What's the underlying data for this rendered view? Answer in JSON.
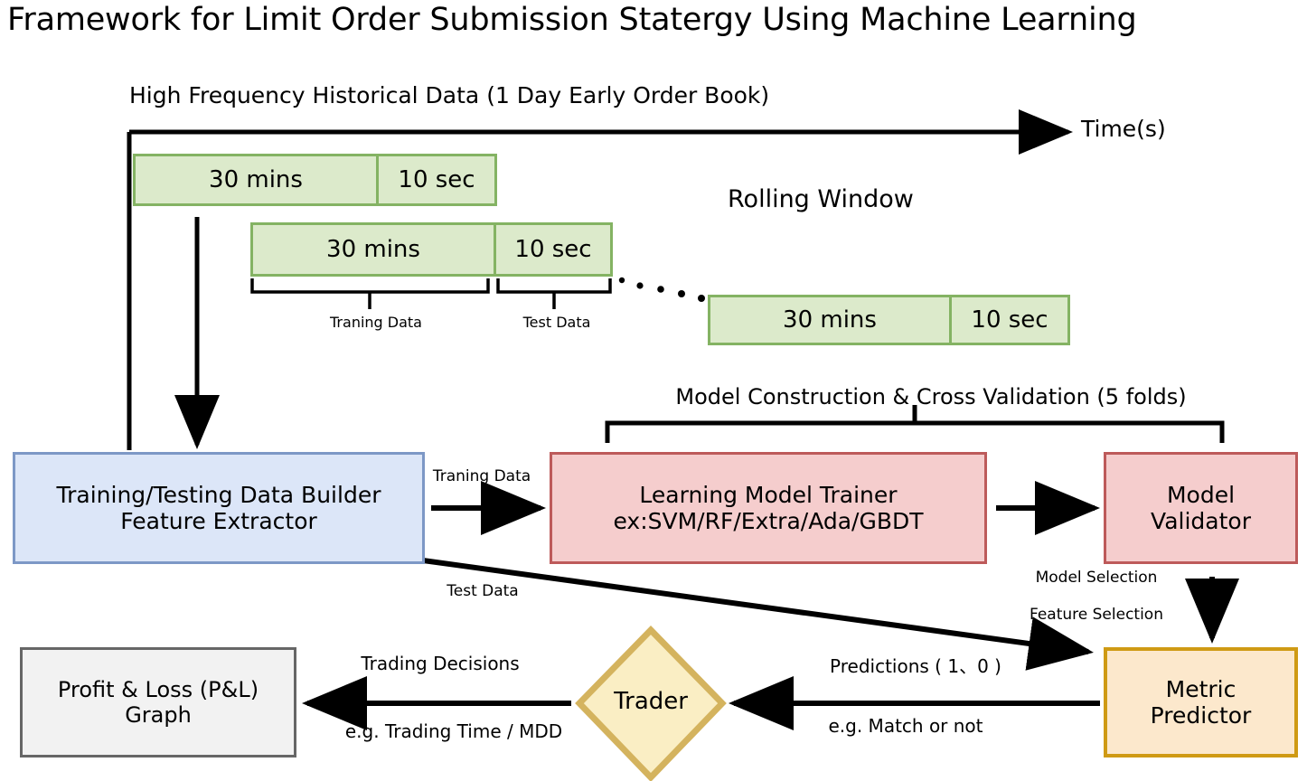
{
  "title": "Framework for Limit Order Submission Statergy Using Machine Learning",
  "timeline": {
    "data_source_label": "High Frequency Historical Data (1 Day Early Order Book)",
    "axis_label": "Time(s)",
    "rolling_window_label": "Rolling Window",
    "ellipsis": "• • • •",
    "windows": [
      {
        "train": "30 mins",
        "test": "10 sec"
      },
      {
        "train": "30 mins",
        "test": "10 sec"
      },
      {
        "train": "30 mins",
        "test": "10 sec"
      }
    ],
    "brace_labels": {
      "training": "Traning Data",
      "test": "Test Data"
    }
  },
  "nodes": {
    "builder": {
      "line1": "Training/Testing Data Builder",
      "line2": "Feature Extractor"
    },
    "trainer": {
      "line1": "Learning Model Trainer",
      "line2": "ex:SVM/RF/Extra/Ada/GBDT"
    },
    "validator": {
      "line1": "Model",
      "line2": "Validator"
    },
    "metric": {
      "line1": "Metric",
      "line2": "Predictor"
    },
    "trader": {
      "label": "Trader"
    },
    "pnl": {
      "line1": "Profit & Loss (P&L)",
      "line2": "Graph"
    }
  },
  "edges": {
    "model_construction": "Model Construction & Cross Validation (5 folds)",
    "training_data": "Traning Data",
    "test_data": "Test Data",
    "model_selection": "Model Selection",
    "feature_selection": "Feature Selection",
    "predictions": "Predictions ( 1、0 )",
    "match_or_not": "e.g. Match or not",
    "trading_decisions": "Trading Decisions",
    "trading_time_mdd": "e.g. Trading Time / MDD"
  },
  "colors": {
    "green_fill": "#dceacb",
    "green_border": "#84b363",
    "blue_fill": "#dce6f8",
    "blue_border": "#7d98c6",
    "pink_fill": "#f5cdcd",
    "pink_border": "#bd5a5a",
    "orange_fill": "#fce8cc",
    "orange_border": "#cf9a14",
    "diamond_fill": "#faeec4",
    "diamond_border": "#d4b35e",
    "gray_fill": "#f2f2f2",
    "gray_border": "#666666",
    "line": "#000000"
  }
}
